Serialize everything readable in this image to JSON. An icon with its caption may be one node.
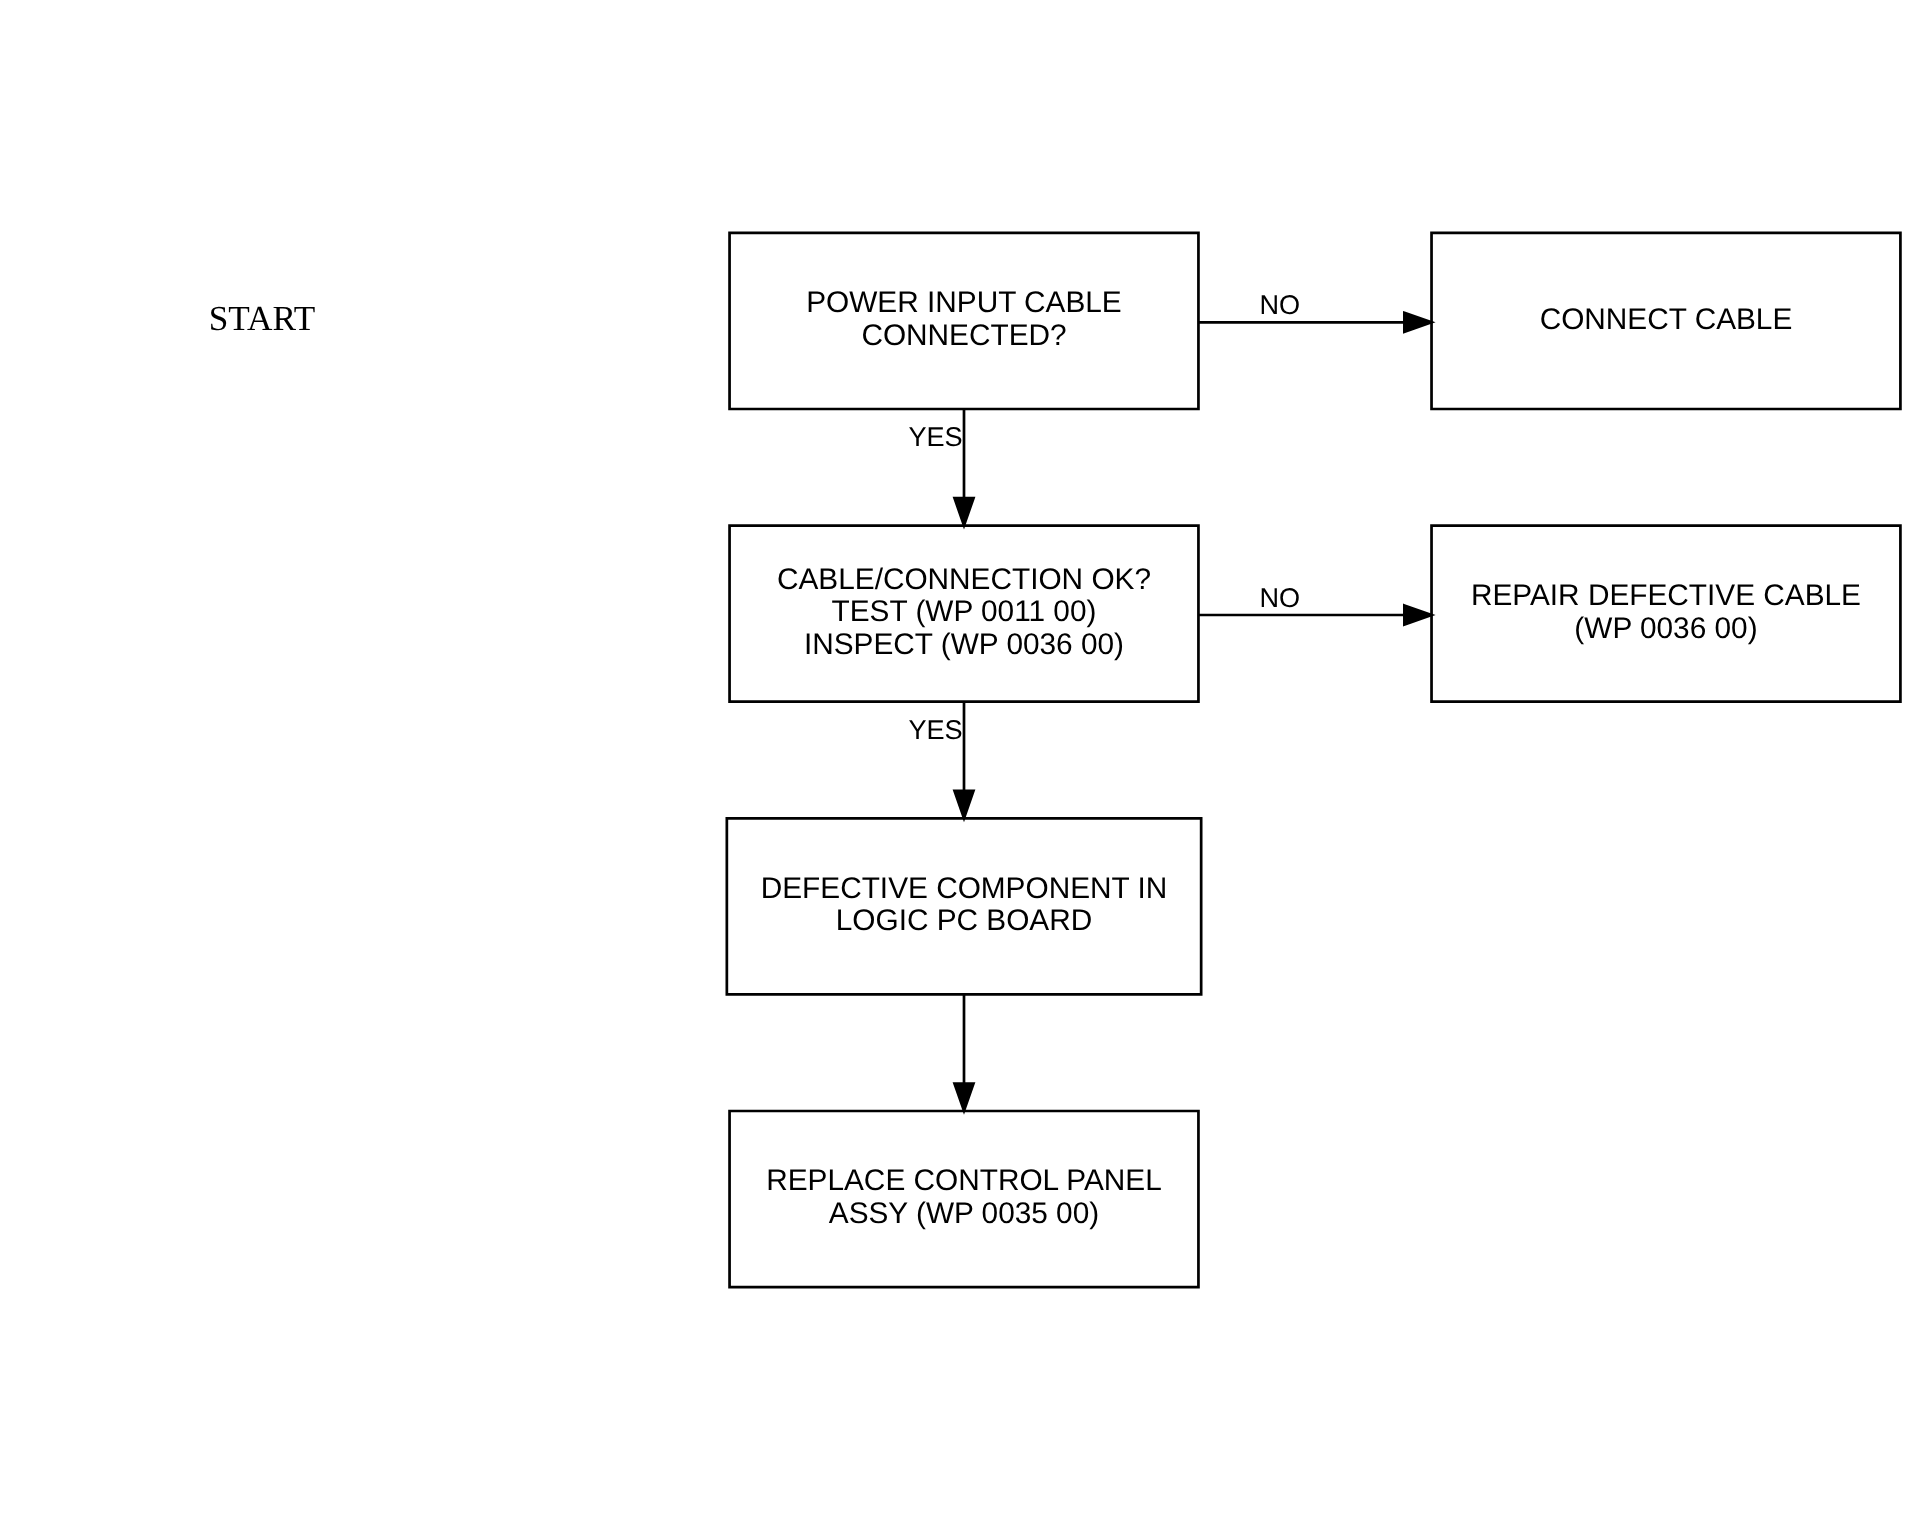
{
  "diagram": {
    "nodes": [
      {
        "text": [
          "CONNECT CABLE"
        ]
      },
      {
        "text": [
          "POWER INPUT CABLE CONNECTED?"
        ]
      },
      {
        "text": [
          "REPAIR DEFECTIVE CABLE (WP 0036 00)"
        ]
      },
      {
        "text": [
          "CABLE/CONNECTION OK? TEST (WP 0011 00) INSPECT (WP 0036 00)"
        ]
      },
      {
        "text": [
          "DEFECTIVE COMPONENT IN LOGIC PC BOARD"
        ]
      },
      {
        "text": [
          "REPLACE CONTROL PANEL ASSY (WP 0035 00)"
        ]
      }
    ],
    "edges": [
      {
        "from": 1,
        "to": 0,
        "arrow": "to",
        "label": "NO"
      },
      {
        "from": 1,
        "to": 3,
        "arrow": "to",
        "label": "YES"
      },
      {
        "from": 3,
        "to": 2,
        "arrow": "to",
        "label": "NO"
      },
      {
        "from": 3,
        "to": 4,
        "arrow": "to",
        "label": "YES"
      },
      {
        "from": 4,
        "to": 5,
        "arrow": "to"
      }
    ],
    "labels": [
      "START"
    ]
  }
}
